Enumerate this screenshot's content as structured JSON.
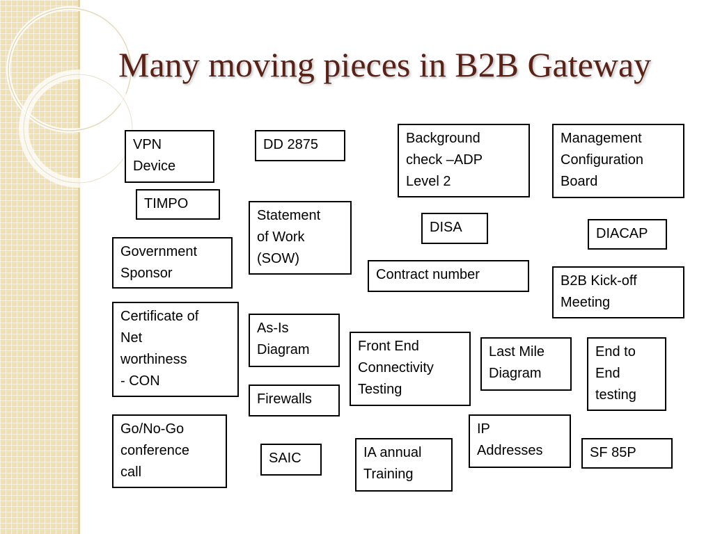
{
  "title": "Many moving pieces in B2B Gateway",
  "boxes": [
    {
      "id": "vpn-device",
      "text": "VPN\nDevice"
    },
    {
      "id": "dd-2875",
      "text": "DD 2875"
    },
    {
      "id": "background-check",
      "text": "Background\ncheck –ADP\nLevel 2"
    },
    {
      "id": "management-config-board",
      "text": "Management\nConfiguration\nBoard"
    },
    {
      "id": "timpo",
      "text": "TIMPO"
    },
    {
      "id": "statement-of-work",
      "text": "Statement\nof Work\n(SOW)"
    },
    {
      "id": "disa",
      "text": "DISA"
    },
    {
      "id": "diacap",
      "text": "DIACAP"
    },
    {
      "id": "government-sponsor",
      "text": "Government\nSponsor"
    },
    {
      "id": "contract-number",
      "text": "Contract number"
    },
    {
      "id": "b2b-kickoff",
      "text": "B2B Kick-off\nMeeting"
    },
    {
      "id": "certificate-net-worthiness",
      "text": "Certificate of\nNet\nworthiness\n- CON"
    },
    {
      "id": "as-is-diagram",
      "text": "As-Is\nDiagram"
    },
    {
      "id": "front-end-testing",
      "text": "Front End\nConnectivity\nTesting"
    },
    {
      "id": "last-mile-diagram",
      "text": "Last Mile\nDiagram"
    },
    {
      "id": "end-to-end-testing",
      "text": "End to\nEnd\ntesting"
    },
    {
      "id": "firewalls",
      "text": "Firewalls"
    },
    {
      "id": "go-no-go",
      "text": "Go/No-Go\nconference\ncall"
    },
    {
      "id": "ip-addresses",
      "text": "IP\nAddresses"
    },
    {
      "id": "saic",
      "text": "SAIC"
    },
    {
      "id": "ia-annual-training",
      "text": "IA annual\nTraining"
    },
    {
      "id": "sf-85p",
      "text": "SF 85P"
    }
  ]
}
